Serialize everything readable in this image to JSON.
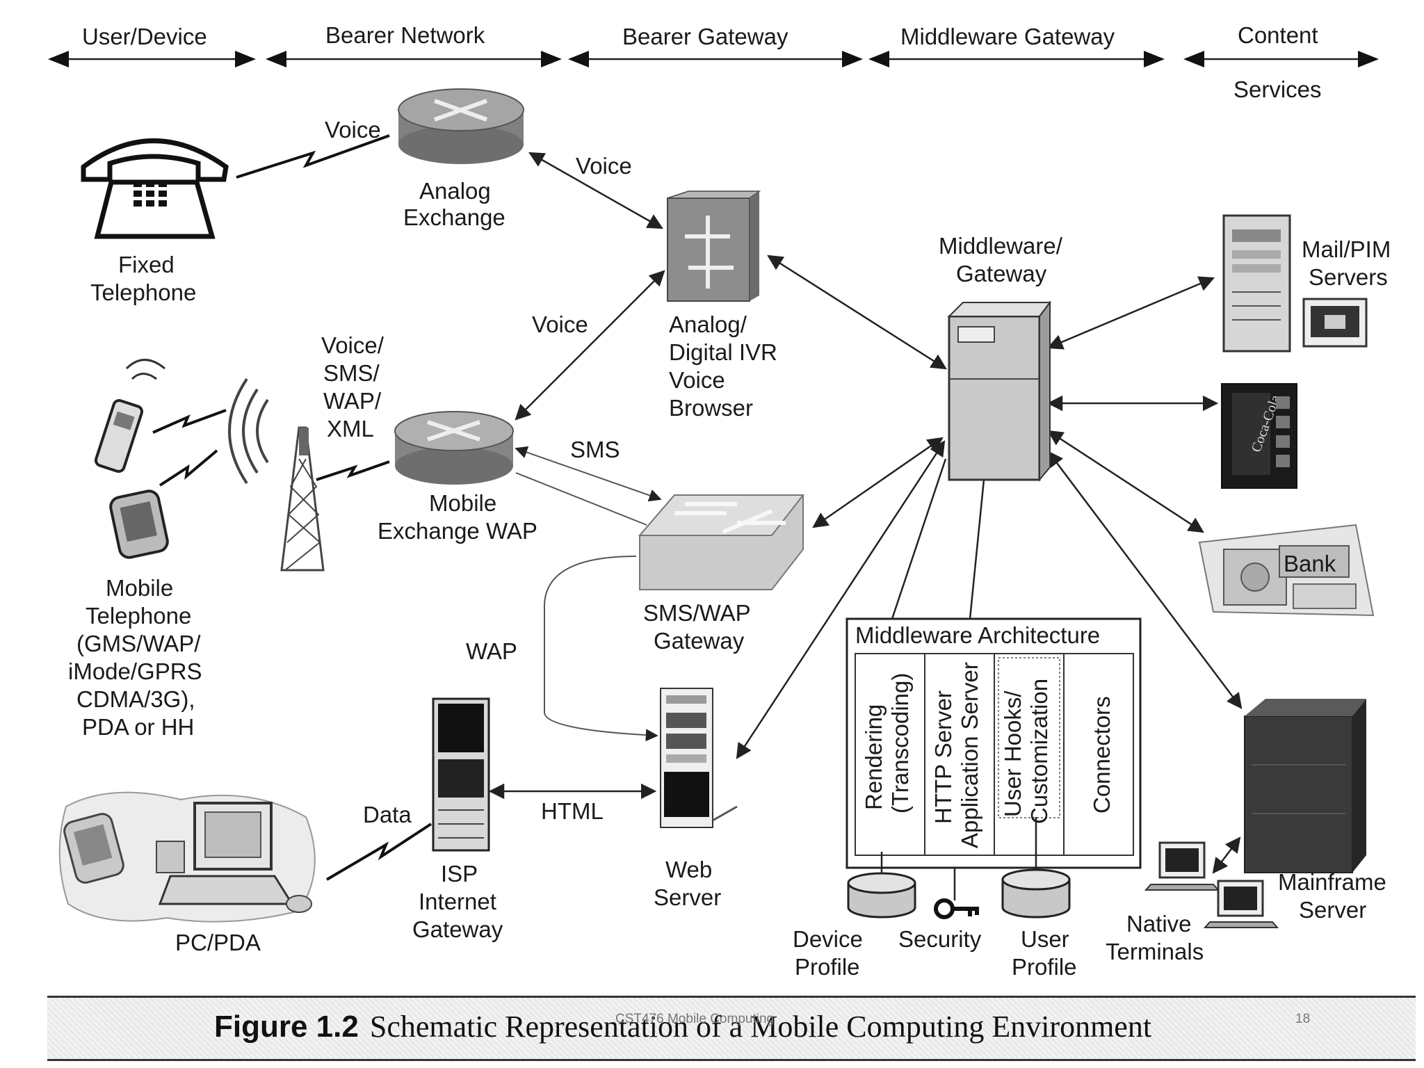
{
  "header": {
    "user_device": "User/Device",
    "bearer_network": "Bearer Network",
    "bearer_gateway": "Bearer Gateway",
    "middleware_gateway": "Middleware Gateway",
    "content_line1": "Content",
    "content_line2": "Services"
  },
  "nodes": {
    "fixed_telephone": [
      "Fixed",
      "Telephone"
    ],
    "analog_exchange": [
      "Analog",
      "Exchange"
    ],
    "ivr": [
      "Analog/",
      "Digital IVR",
      "Voice",
      "Browser"
    ],
    "middleware_gateway": [
      "Middleware/",
      "Gateway"
    ],
    "mail_pim": [
      "Mail/PIM",
      "Servers"
    ],
    "mobile_exchange": [
      "Mobile",
      "Exchange WAP"
    ],
    "mobile_telephone": [
      "Mobile",
      "Telephone",
      "(GMS/WAP/",
      "iMode/GPRS",
      "CDMA/3G),",
      "PDA or HH"
    ],
    "sms_wap_gateway": [
      "SMS/WAP",
      "Gateway"
    ],
    "web_server": [
      "Web",
      "Server"
    ],
    "isp_gateway": [
      "ISP",
      "Internet",
      "Gateway"
    ],
    "pc_pda": "PC/PDA",
    "device_profile": [
      "Device",
      "Profile"
    ],
    "security": "Security",
    "user_profile": [
      "User",
      "Profile"
    ],
    "native_terminals": [
      "Native",
      "Terminals"
    ],
    "mainframe_server": [
      "Mainframe",
      "Server"
    ],
    "bank_sign": "Bank"
  },
  "links": {
    "voice_fixed": "Voice",
    "voice_analog_ivr": "Voice",
    "voice_mobile_ivr": "Voice",
    "voice_sms_wap_xml": [
      "Voice/",
      "SMS/",
      "WAP/",
      "XML"
    ],
    "sms": "SMS",
    "wap": "WAP",
    "html": "HTML",
    "data": "Data"
  },
  "middleware_architecture": {
    "title": "Middleware Architecture",
    "col1": [
      "Rendering",
      "(Transcoding)"
    ],
    "col2": [
      "HTTP Server",
      "Application Server"
    ],
    "col3": [
      "User Hooks/",
      "Customization"
    ],
    "col4": [
      "Connectors"
    ]
  },
  "caption": {
    "figure": "Figure 1.2",
    "text": "Schematic Representation of a Mobile Computing Environment"
  },
  "footer": {
    "course": "CST476 Mobile Computing",
    "page": "18"
  }
}
